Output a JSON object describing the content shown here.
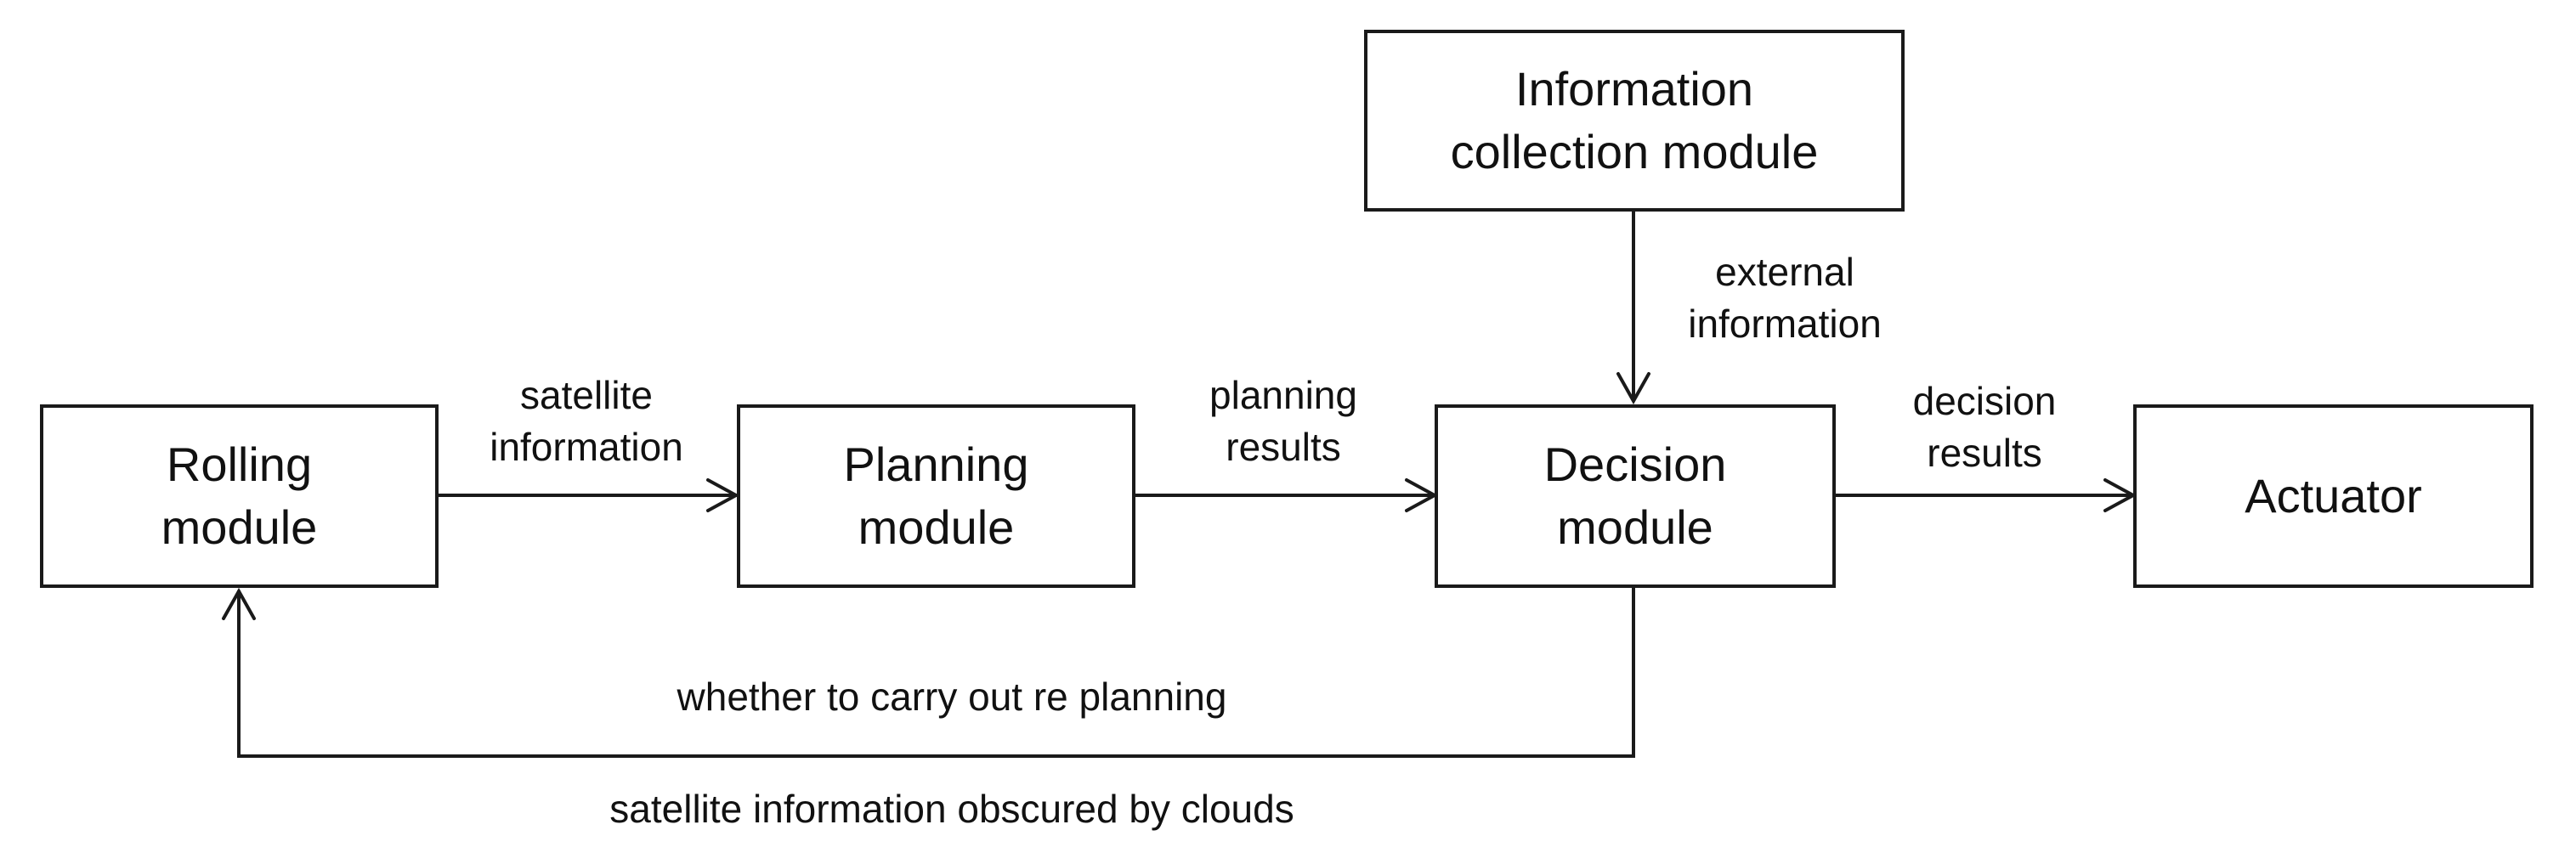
{
  "modules": {
    "information_collection": "Information\ncollection module",
    "rolling": "Rolling\nmodule",
    "planning": "Planning\nmodule",
    "decision": "Decision\nmodule",
    "actuator": "Actuator"
  },
  "flows": {
    "external_information": "external\ninformation",
    "satellite_information": "satellite\ninformation",
    "planning_results": "planning\nresults",
    "decision_results": "decision\nresults",
    "replanning_question": "whether to carry out re planning",
    "clouds_note": "satellite information obscured by clouds"
  }
}
